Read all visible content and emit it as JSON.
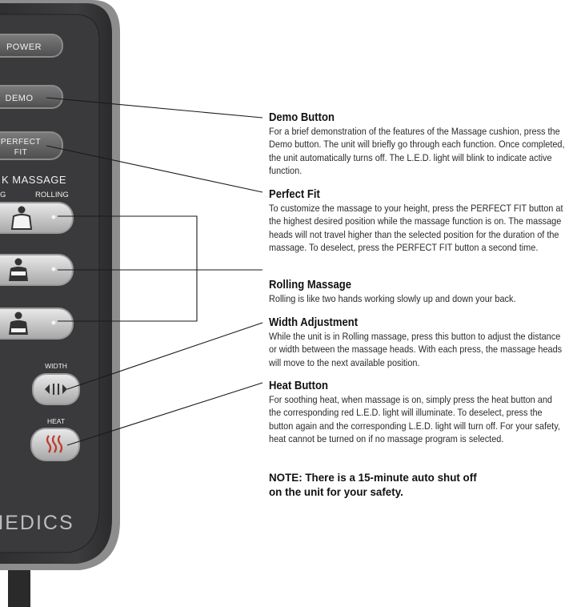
{
  "remote": {
    "buttons": {
      "power": "POWER",
      "demo": "DEMO",
      "perfect_fit_line1": "PERFECT",
      "perfect_fit_line2": "FIT",
      "width": "WIDTH",
      "heat": "HEAT"
    },
    "mode_title": "K MASSAGE",
    "col_left": "G",
    "col_right": "ROLLING",
    "brand": "MEDICS"
  },
  "sections": [
    {
      "title": "Demo Button",
      "body": "For a brief demonstration of the features of the Massage cushion, press the Demo button. The unit will briefly go through each function. Once completed, the unit automatically turns off. The L.E.D. light will blink to indicate active function."
    },
    {
      "title": "Perfect Fit",
      "body": "To customize the massage to your height, press the PERFECT FIT button at the highest desired position while the massage function is on. The massage heads will not travel higher than the selected position for the duration of the massage. To deselect, press the PERFECT FIT button a second time."
    },
    {
      "title": "Rolling Massage",
      "body": "Rolling is like two hands working slowly up and down your back."
    },
    {
      "title": "Width Adjustment",
      "body": "While the unit is in Rolling massage, press this button to adjust the distance or width between the massage heads. With each press, the massage heads will move to the next available position."
    },
    {
      "title": "Heat Button",
      "body": "For soothing heat, when massage is on, simply press the heat button and the corresponding red L.E.D. light will illuminate. To deselect, press the button again and the corresponding L.E.D. light will turn off. For your safety, heat cannot be turned on if no massage program is selected."
    }
  ],
  "note": {
    "line1": "NOTE:  There is a 15-minute auto shut off",
    "line2": "on the unit for your safety."
  },
  "colors": {
    "remote_body": "#3a3a3c",
    "remote_rim": "#8a8a8a",
    "button_face": "#c9c9c9",
    "heat_icon": "#c0392b"
  }
}
